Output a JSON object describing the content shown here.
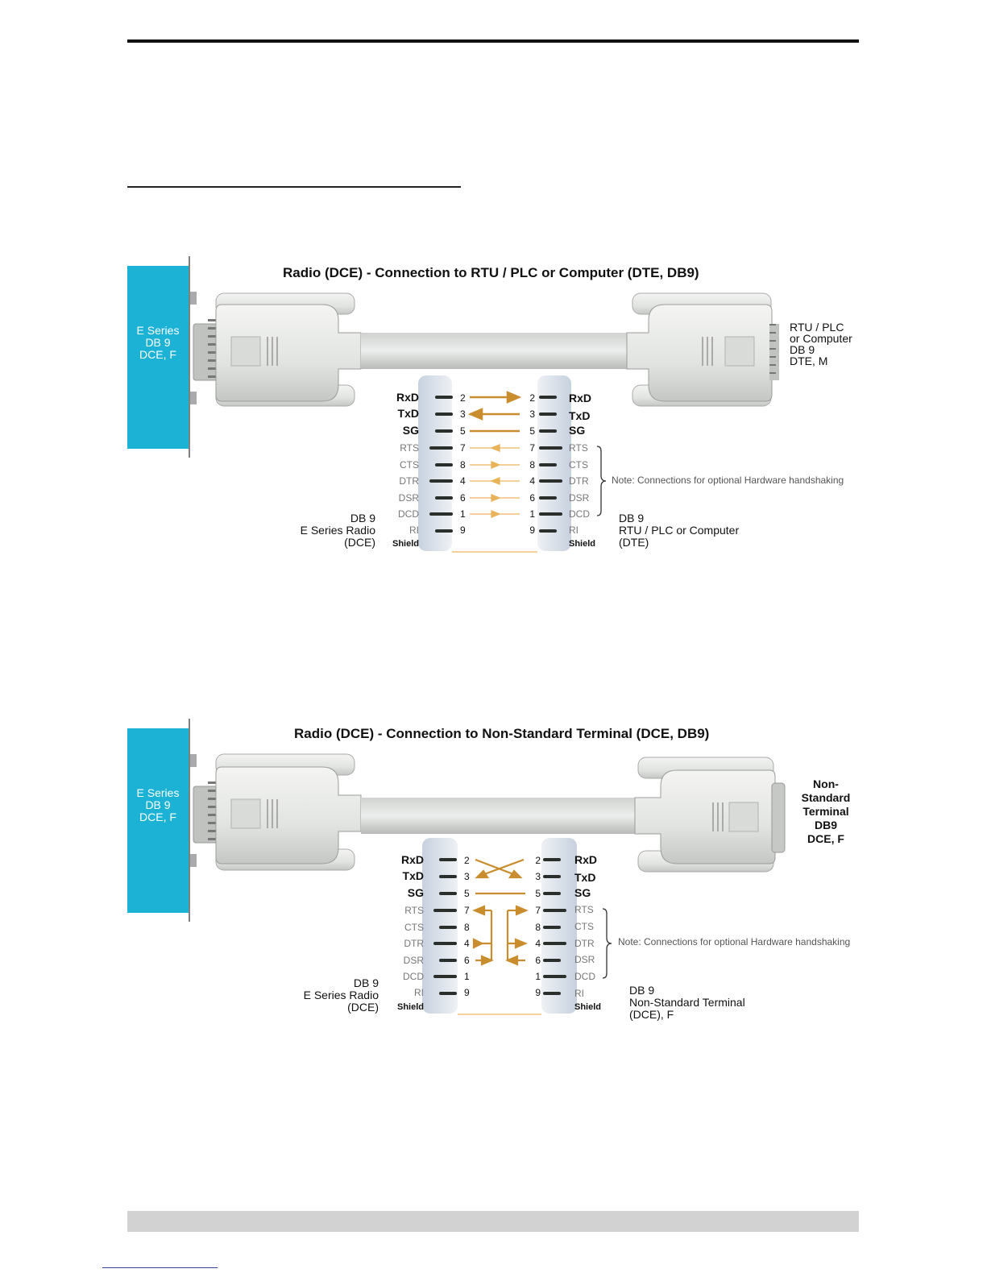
{
  "diagrams": [
    {
      "title": "Radio (DCE) - Connection to RTU / PLC or Computer (DTE, DB9)",
      "panel_label": "E Series\nDB 9\nDCE, F",
      "right_device_label": "RTU / PLC\nor Computer\nDB 9\nDTE, M",
      "left_end_label": "DB 9\nE Series Radio\n(DCE)",
      "right_end_label": "DB 9\nRTU / PLC or Computer\n(DTE)",
      "note": "Note: Connections for optional Hardware handshaking",
      "left_signals": [
        {
          "name": "RxD",
          "pin": "2"
        },
        {
          "name": "TxD",
          "pin": "3"
        },
        {
          "name": "SG",
          "pin": "5"
        },
        {
          "name": "RTS",
          "pin": "7"
        },
        {
          "name": "CTS",
          "pin": "8"
        },
        {
          "name": "DTR",
          "pin": "4"
        },
        {
          "name": "DSR",
          "pin": "6"
        },
        {
          "name": "DCD",
          "pin": "1"
        },
        {
          "name": "RI",
          "pin": "9"
        },
        {
          "name": "Shield",
          "pin": ""
        }
      ],
      "right_signals": [
        {
          "name": "RxD",
          "pin": "2"
        },
        {
          "name": "TxD",
          "pin": "3"
        },
        {
          "name": "SG",
          "pin": "5"
        },
        {
          "name": "RTS",
          "pin": "7"
        },
        {
          "name": "CTS",
          "pin": "8"
        },
        {
          "name": "DTR",
          "pin": "4"
        },
        {
          "name": "DSR",
          "pin": "6"
        },
        {
          "name": "DCD",
          "pin": "1"
        },
        {
          "name": "RI",
          "pin": "9"
        },
        {
          "name": "Shield",
          "pin": ""
        }
      ]
    },
    {
      "title": "Radio (DCE) - Connection to Non-Standard Terminal (DCE, DB9)",
      "panel_label": "E Series\nDB 9\nDCE, F",
      "right_device_label": "Non-\nStandard\nTerminal\nDB9\nDCE, F",
      "left_end_label": "DB 9\nE Series Radio\n(DCE)",
      "right_end_label": "DB 9\nNon-Standard Terminal\n(DCE), F",
      "note": "Note: Connections for optional Hardware handshaking",
      "left_signals": [
        {
          "name": "RxD",
          "pin": "2"
        },
        {
          "name": "TxD",
          "pin": "3"
        },
        {
          "name": "SG",
          "pin": "5"
        },
        {
          "name": "RTS",
          "pin": "7"
        },
        {
          "name": "CTS",
          "pin": "8"
        },
        {
          "name": "DTR",
          "pin": "4"
        },
        {
          "name": "DSR",
          "pin": "6"
        },
        {
          "name": "DCD",
          "pin": "1"
        },
        {
          "name": "RI",
          "pin": "9"
        },
        {
          "name": "Shield",
          "pin": ""
        }
      ],
      "right_signals": [
        {
          "name": "RxD",
          "pin": "2"
        },
        {
          "name": "TxD",
          "pin": "3"
        },
        {
          "name": "SG",
          "pin": "5"
        },
        {
          "name": "RTS",
          "pin": "7"
        },
        {
          "name": "CTS",
          "pin": "8"
        },
        {
          "name": "DTR",
          "pin": "4"
        },
        {
          "name": "DSR",
          "pin": "6"
        },
        {
          "name": "DCD",
          "pin": "1"
        },
        {
          "name": "RI",
          "pin": "9"
        },
        {
          "name": "Shield",
          "pin": ""
        }
      ]
    }
  ],
  "colors": {
    "panel": "#1bb2d6",
    "wire": "#c98d2e",
    "wire_light": "#e9b35a",
    "connector": "#e4e6e3",
    "connector_shade": "#b9bcb8"
  }
}
